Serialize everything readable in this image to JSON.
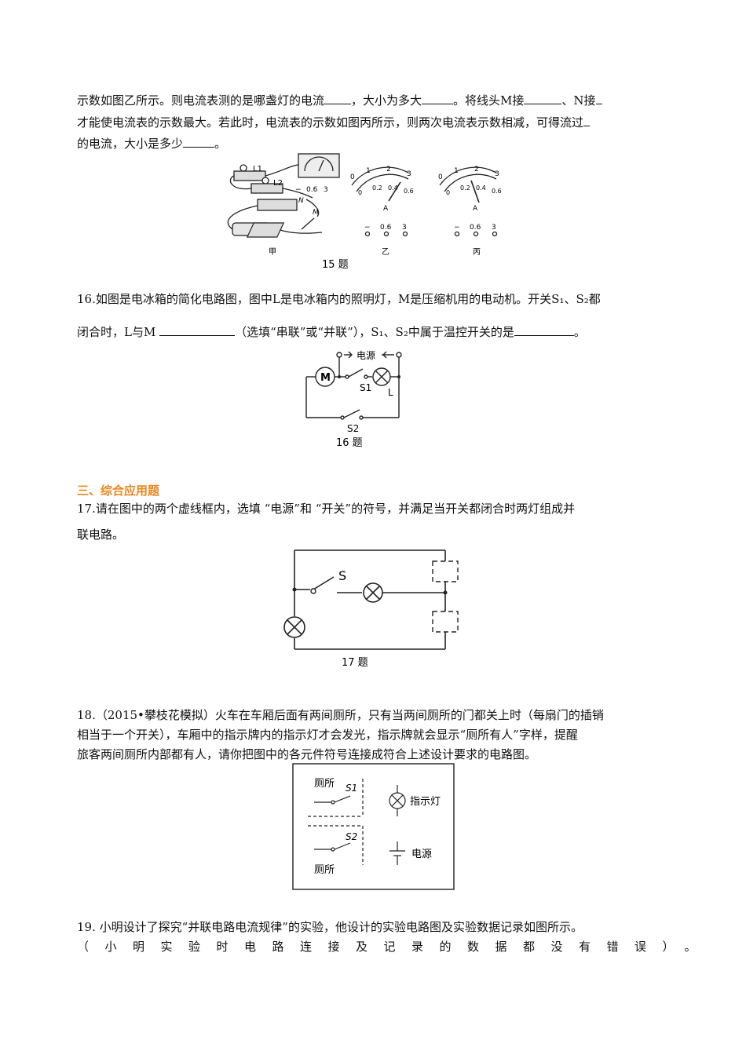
{
  "q15": {
    "line1_a": "示数如图乙所示。则电流表测的是哪盏灯的电流",
    "line1_b": "，大小为多大",
    "line1_c": "。将线头M接",
    "line1_d": "、N接",
    "line2_a": "才能使电流表的示数最大。若此时，电流表的示数如图丙所示，则两次电流表示数相减，可得流过",
    "line3_a": "的电流，大小是多少",
    "line3_b": "。",
    "figure": {
      "label_jia": "甲",
      "label_yi": "乙",
      "label_bing": "丙",
      "caption": "15 题",
      "L1": "L1",
      "L2": "L2",
      "M": "M",
      "N": "N",
      "terminals": [
        "−",
        "0.6",
        "3"
      ],
      "scale_top": [
        "0",
        "1",
        "2",
        "3"
      ],
      "scale_bottom": [
        "0",
        "0.2",
        "0.4",
        "0.6"
      ],
      "unit": "A",
      "meter_terminals": [
        "−",
        "0.6",
        "3"
      ]
    }
  },
  "q16": {
    "line1": "16.如图是电冰箱的简化电路图，图中L是电冰箱内的照明灯，M是压缩机用的电动机。开关S₁、S₂都",
    "line2_a": "闭合时，L与M ",
    "line2_b": "（选填“串联”或“并联”），S₁、S₂中属于温控开关的是",
    "line2_c": "。",
    "figure": {
      "power": "电源",
      "M": "M",
      "S1": "S1",
      "S2": "S2",
      "L": "L",
      "caption": "16 题"
    }
  },
  "section3": "三、综合应用题",
  "q17": {
    "line1": "17.请在图中的两个虚线框内，选填 “电源”和 “开关”的符号，并满足当开关都闭合时两灯组成并",
    "line2": "联电路。",
    "figure": {
      "S": "S",
      "caption": "17 题"
    }
  },
  "q18": {
    "line1": "18.（2015•攀枝花模拟）火车在车厢后面有两间厕所，只有当两间厕所的门都关上时（每扇门的插销",
    "line2": "相当于一个开关），车厢中的指示牌内的指示灯才会发光，指示牌就会显示“厕所有人”字样，提醒",
    "line3": "旅客两间厕所内部都有人，请你把图中的各元件符号连接成符合上述设计要求的电路图。",
    "figure": {
      "toilet1": "厕所",
      "toilet2": "厕所",
      "S1": "S1",
      "S2": "S2",
      "lamp": "指示灯",
      "power": "电源"
    }
  },
  "q19": {
    "line1": "19. 小明设计了探究“并联电路电流规律”的实验，他设计的实验电路图及实验数据记录如图所示。",
    "line2": "（小明实验时电路连接及记录的数据都没有错误）。"
  }
}
